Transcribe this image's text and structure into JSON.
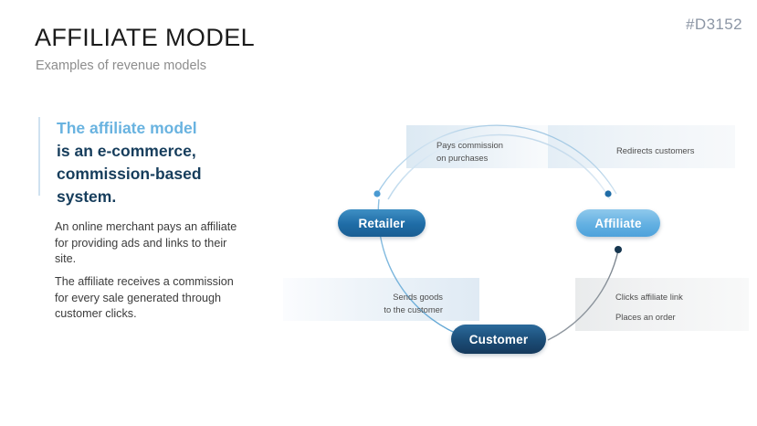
{
  "header": {
    "title": "AFFILIATE MODEL",
    "subtitle": "Examples of revenue models",
    "page_id": "#D3152"
  },
  "left_panel": {
    "lead_highlight": "The affiliate model",
    "lead_rest": "is an e-commerce, commission-based system.",
    "paragraph_1": "An online merchant pays an affiliate for providing ads and links to their site.",
    "paragraph_2": "The affiliate receives a commission for every sale generated through customer clicks."
  },
  "diagram": {
    "nodes": [
      {
        "id": "retailer",
        "label": "Retailer"
      },
      {
        "id": "affiliate",
        "label": "Affiliate"
      },
      {
        "id": "customer",
        "label": "Customer"
      }
    ],
    "labels": {
      "pays_commission": "Pays commission\non purchases",
      "redirects_customers": "Redirects customers",
      "sends_goods": "Sends goods\nto the customer",
      "clicks_affiliate_link": "Clicks affiliate link",
      "places_an_order": "Places an order"
    }
  },
  "colors": {
    "accent_light_blue": "#69b3e0",
    "accent_dark_blue": "#163d5c",
    "node_retailer": "#1f6ca6",
    "node_affiliate": "#63b0e2",
    "node_customer": "#1b4c76",
    "page_id": "#8c96a5",
    "subtitle": "#8d8d8d"
  }
}
